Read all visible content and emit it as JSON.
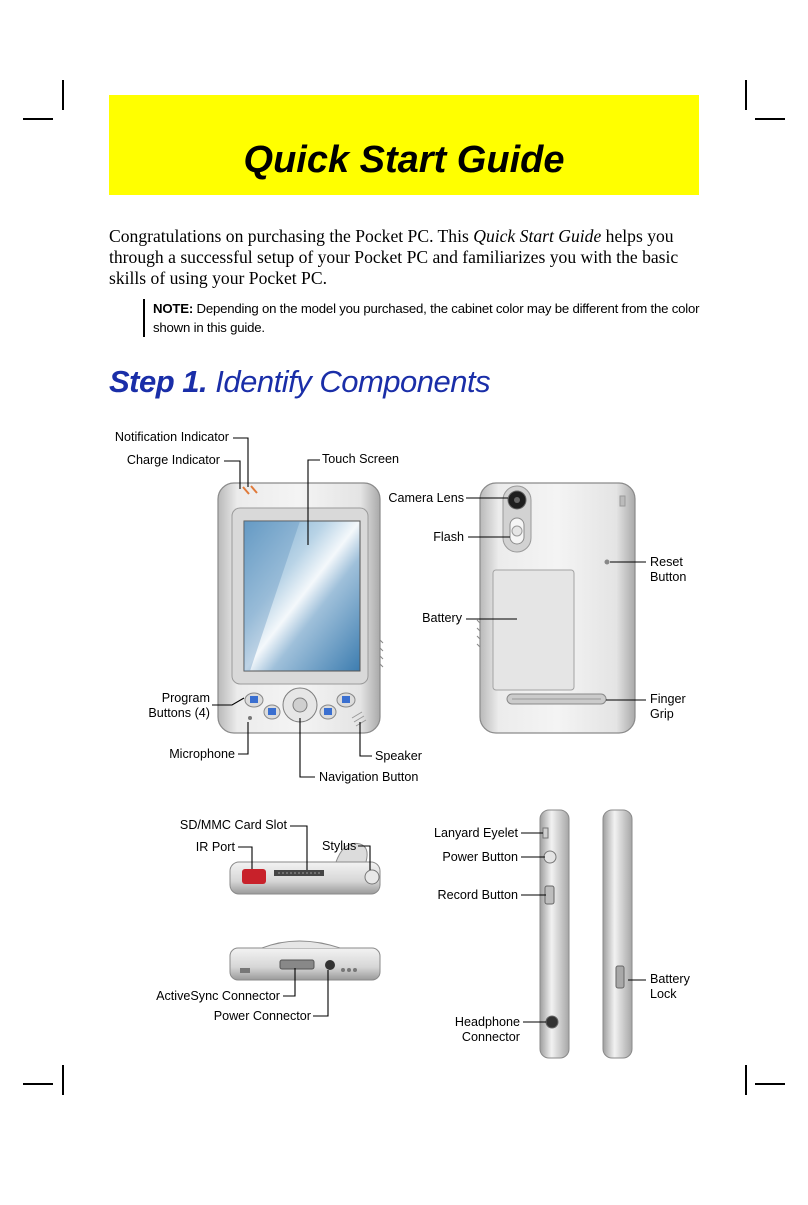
{
  "title": "Quick Start Guide",
  "intro": {
    "before": "Congratulations on purchasing the Pocket PC. This ",
    "italic": "Quick Start Guide",
    "after": " helps you through a successful setup of your Pocket PC and familiarizes you with the basic skills of using your Pocket PC."
  },
  "note": {
    "label": "NOTE:",
    "text": " Depending on the model you purchased, the cabinet color may be different from the color shown in this guide."
  },
  "step": {
    "number": "Step 1.",
    "title": " Identify Components"
  },
  "labels": {
    "notification_indicator": "Notification Indicator",
    "charge_indicator": "Charge Indicator",
    "touch_screen": "Touch Screen",
    "camera_lens": "Camera Lens",
    "flash": "Flash",
    "reset_button": "Reset\nButton",
    "battery": "Battery",
    "finger_grip": "Finger\nGrip",
    "program_buttons": "Program\nButtons (4)",
    "microphone": "Microphone",
    "speaker": "Speaker",
    "navigation_button": "Navigation Button",
    "sd_mmc_card_slot": "SD/MMC Card Slot",
    "ir_port": "IR Port",
    "stylus": "Stylus",
    "lanyard_eyelet": "Lanyard Eyelet",
    "power_button": "Power Button",
    "record_button": "Record Button",
    "activesync_connector": "ActiveSync Connector",
    "power_connector": "Power Connector",
    "battery_lock": "Battery\nLock",
    "headphone_connector": "Headphone\nConnector"
  }
}
